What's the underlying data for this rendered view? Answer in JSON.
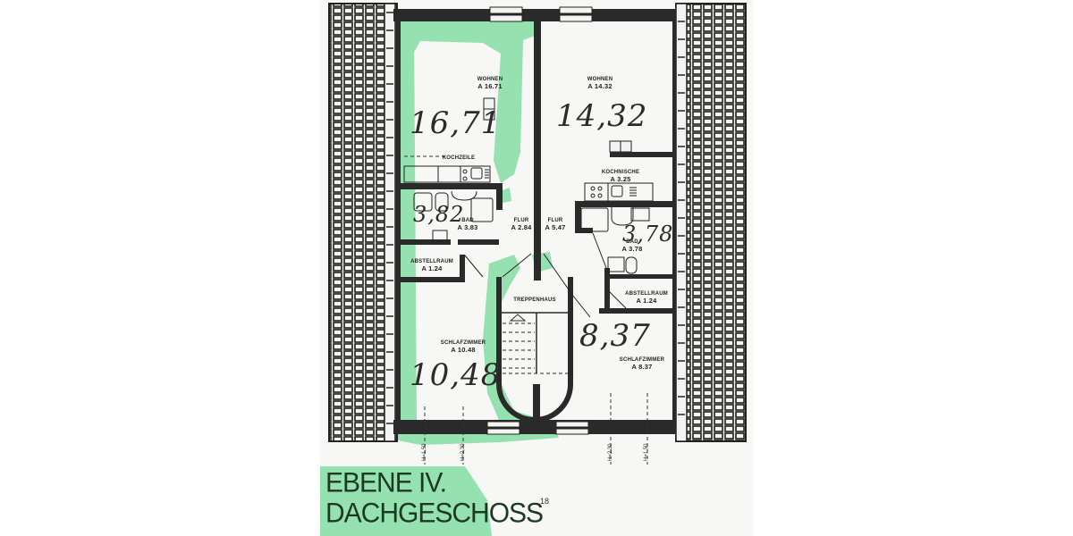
{
  "plan": {
    "title_line1": "EBENE IV.",
    "title_line2": "DACHGESCHOSS",
    "page_number": "18",
    "colors": {
      "wall": "#2a2a2a",
      "marker_green": "#7fdc9f",
      "paper": "#f7f7f5",
      "ink": "#222222"
    },
    "rooms": [
      {
        "id": "wohnen-left",
        "name": "WOHNEN",
        "area_label": "A 16.71",
        "handwritten": "16,71"
      },
      {
        "id": "kochzeile",
        "name": "KOCHZEILE",
        "area_label": "",
        "handwritten": ""
      },
      {
        "id": "bad-left",
        "name": "BAD",
        "area_label": "A 3.83",
        "handwritten": "3,82"
      },
      {
        "id": "abstellraum-left",
        "name": "ABSTELLRAUM",
        "area_label": "A 1.24",
        "handwritten": ""
      },
      {
        "id": "flur-left",
        "name": "FLUR",
        "area_label": "A 2.84",
        "handwritten": ""
      },
      {
        "id": "flur-right",
        "name": "FLUR",
        "area_label": "A 5.47",
        "handwritten": ""
      },
      {
        "id": "schlafzimmer-left",
        "name": "SCHLAFZIMMER",
        "area_label": "A 10.48",
        "handwritten": "10,48"
      },
      {
        "id": "treppenhaus",
        "name": "TREPPENHAUS",
        "area_label": "",
        "handwritten": ""
      },
      {
        "id": "wohnen-right",
        "name": "WOHNEN",
        "area_label": "A 14.32",
        "handwritten": "14,32"
      },
      {
        "id": "kochnische",
        "name": "KOCHNISCHE",
        "area_label": "A 3.25",
        "handwritten": ""
      },
      {
        "id": "bad-right",
        "name": "BAD",
        "area_label": "A 3.78",
        "handwritten": "3,78"
      },
      {
        "id": "abstellraum-right",
        "name": "ABSTELLRAUM",
        "area_label": "A 1.24",
        "handwritten": ""
      },
      {
        "id": "schlafzimmer-right",
        "name": "SCHLAFZIMMER",
        "area_label": "A 8.37",
        "handwritten": "8,37"
      }
    ],
    "height_markers": [
      "H=1,50",
      "H=2,30",
      "H=2,30",
      "H=1,50"
    ]
  }
}
